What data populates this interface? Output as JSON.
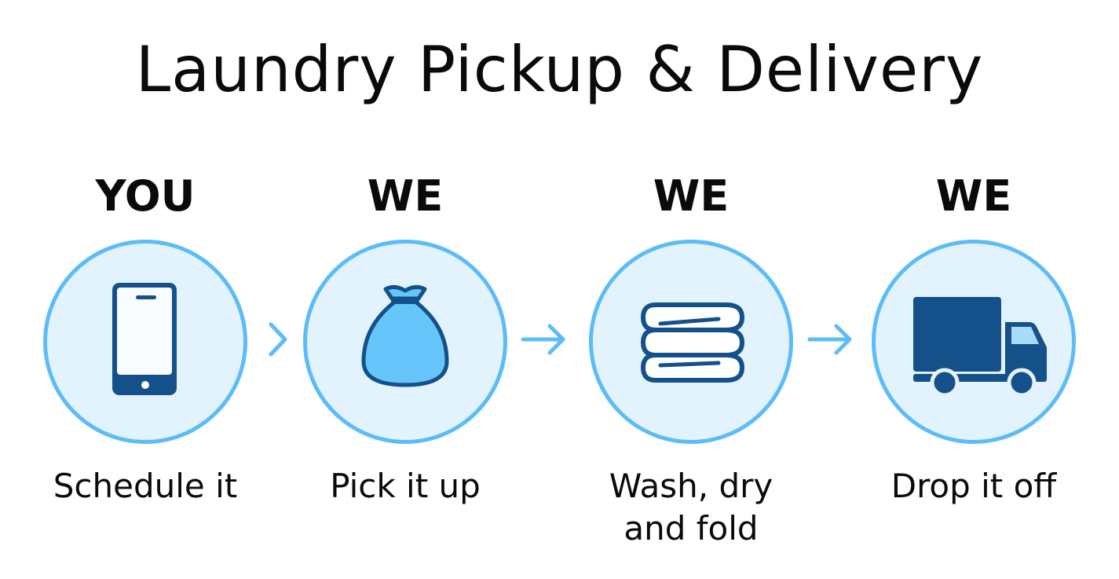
{
  "title": "Laundry Pickup & Delivery",
  "steps": [
    {
      "actor": "YOU",
      "icon": "phone-icon",
      "label": "Schedule it"
    },
    {
      "actor": "WE",
      "icon": "laundry-bag-icon",
      "label": "Pick it up"
    },
    {
      "actor": "WE",
      "icon": "folded-towels-icon",
      "label": "Wash, dry",
      "label2": "and fold"
    },
    {
      "actor": "WE",
      "icon": "delivery-truck-icon",
      "label": "Drop it off"
    }
  ],
  "colors": {
    "dark_blue": "#145089",
    "light_blue": "#5cbcf8",
    "circle_fill": "#e3f3fd",
    "bag_fill": "#66c6fb"
  }
}
